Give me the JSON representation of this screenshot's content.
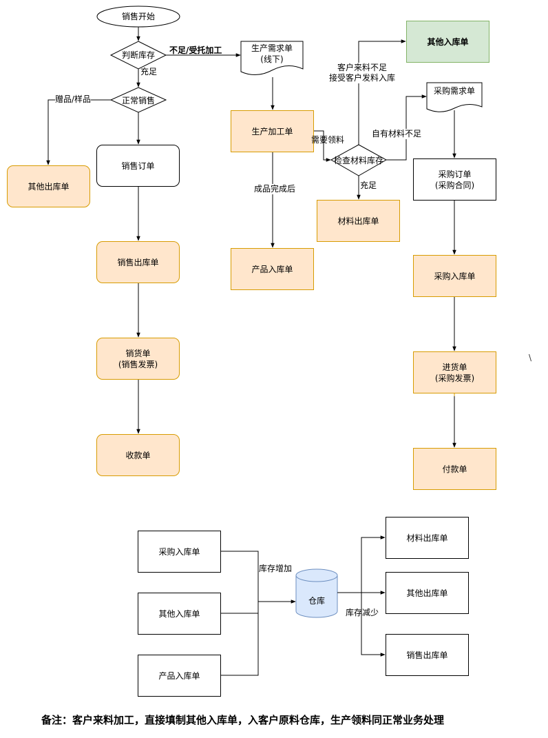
{
  "flowchart": {
    "start": "销售开始",
    "judge_stock": "判断库存",
    "normal_sale": "正常销售",
    "sales_order": "销售订单",
    "sales_outbound": "销售出库单",
    "sales_invoice": "销货单\n(销售发票)",
    "receipt": "收款单",
    "other_outbound": "其他出库单",
    "production_demand": "生产需求单\n(线下)",
    "production_order": "生产加工单",
    "product_inbound": "产品入库单",
    "check_material": "检查材料库存",
    "material_outbound": "材料出库单",
    "other_inbound": "其他入库单",
    "purchase_demand": "采购需求单",
    "purchase_order": "采购订单\n(采购合同)",
    "purchase_inbound": "采购入库单",
    "purchase_invoice": "进货单\n(采购发票)",
    "payment": "付款单",
    "edges": {
      "insufficient_processing": "不足/受托加工",
      "sufficient": "充足",
      "gift_sample": "赠品/样品",
      "finished_product": "成品完成后",
      "need_material": "需要领料",
      "customer_material": "客户来料不足\n接受客户发料入库",
      "own_material_short": "自有材料不足",
      "material_sufficient": "充足"
    }
  },
  "warehouse": {
    "inputs": [
      "采购入库单",
      "其他入库单",
      "产品入库单"
    ],
    "center": "仓库",
    "outputs": [
      "材料出库单",
      "其他出库单",
      "销售出库单"
    ],
    "increase": "库存增加",
    "decrease": "库存减少"
  },
  "stray_mark": "\\",
  "footnote": "备注：客户来料加工，直接填制其他入库单，入客户原料仓库，生产领料同正常业务处理",
  "colors": {
    "orange_fill": "#ffe6cc",
    "orange_stroke": "#d79b00",
    "green_fill": "#d5e8d4",
    "green_stroke": "#82b366",
    "cylinder_fill": "#dae8fc",
    "cylinder_stroke": "#6c8ebf"
  }
}
